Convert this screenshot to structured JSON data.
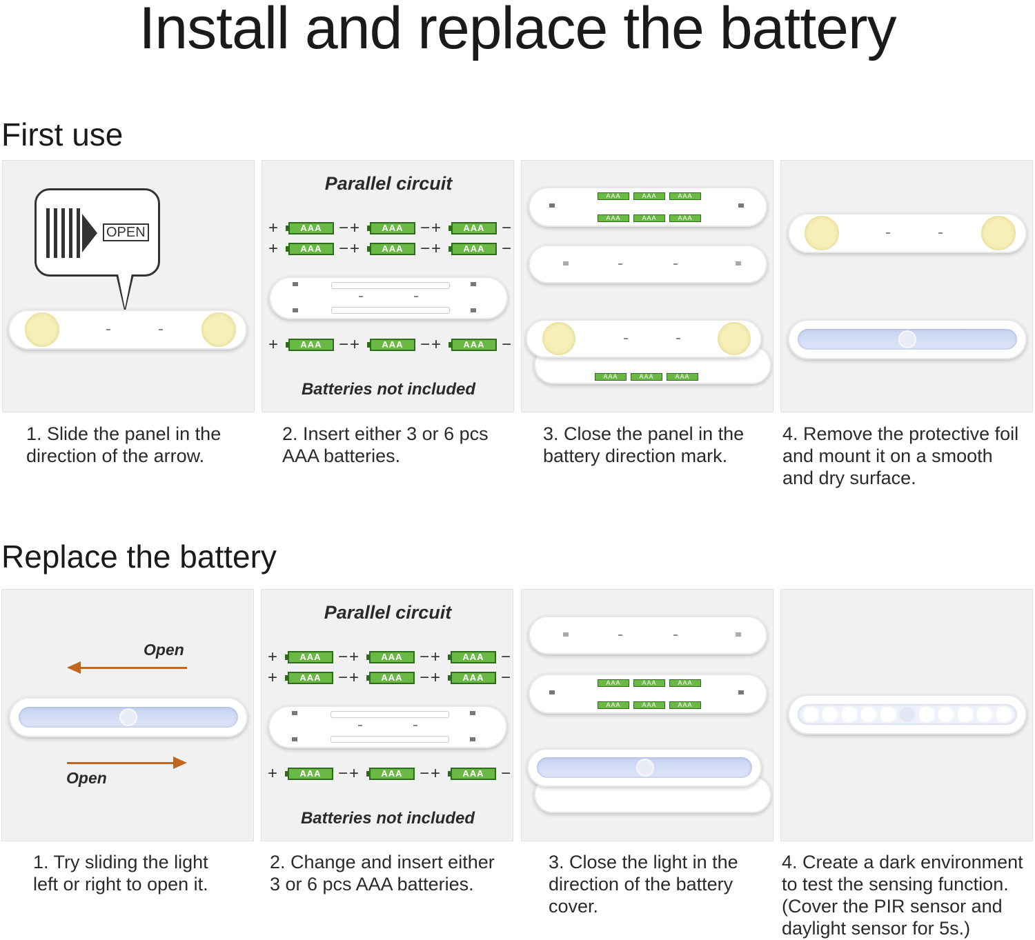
{
  "title": "Install and replace the battery",
  "first_use": {
    "heading": "First use",
    "open_label": "OPEN",
    "circuit_title": "Parallel circuit",
    "battery_label": "AAA",
    "plus": "+",
    "minus": "−",
    "not_included": "Batteries not included",
    "captions": [
      [
        "1. Slide the panel in the",
        "direction of the arrow."
      ],
      [
        "2. Insert either 3 or 6 pcs",
        "AAA batteries."
      ],
      [
        "3. Close the panel in the",
        "battery direction mark."
      ],
      [
        "4. Remove the protective foil",
        "and mount it on a smooth",
        "and dry surface."
      ]
    ]
  },
  "replace": {
    "heading": "Replace the battery",
    "open_top": "Open",
    "open_bottom": "Open",
    "circuit_title": "Parallel circuit",
    "battery_label": "AAA",
    "plus": "+",
    "minus": "−",
    "not_included": "Batteries not included",
    "captions": [
      [
        "1. Try sliding the light",
        "left or right to open it."
      ],
      [
        "2. Change and insert either",
        "3 or 6 pcs AAA batteries."
      ],
      [
        "3. Close the light in the",
        "direction of the battery",
        "cover."
      ],
      [
        "4. Create a dark environment",
        "to test the sensing function.",
        "(Cover the PIR sensor and",
        "daylight sensor for 5s.)"
      ]
    ]
  },
  "colors": {
    "battery_green": "#6ab945",
    "arrow_orange": "#c0661f",
    "panel_bg": "#f1f1f1"
  }
}
